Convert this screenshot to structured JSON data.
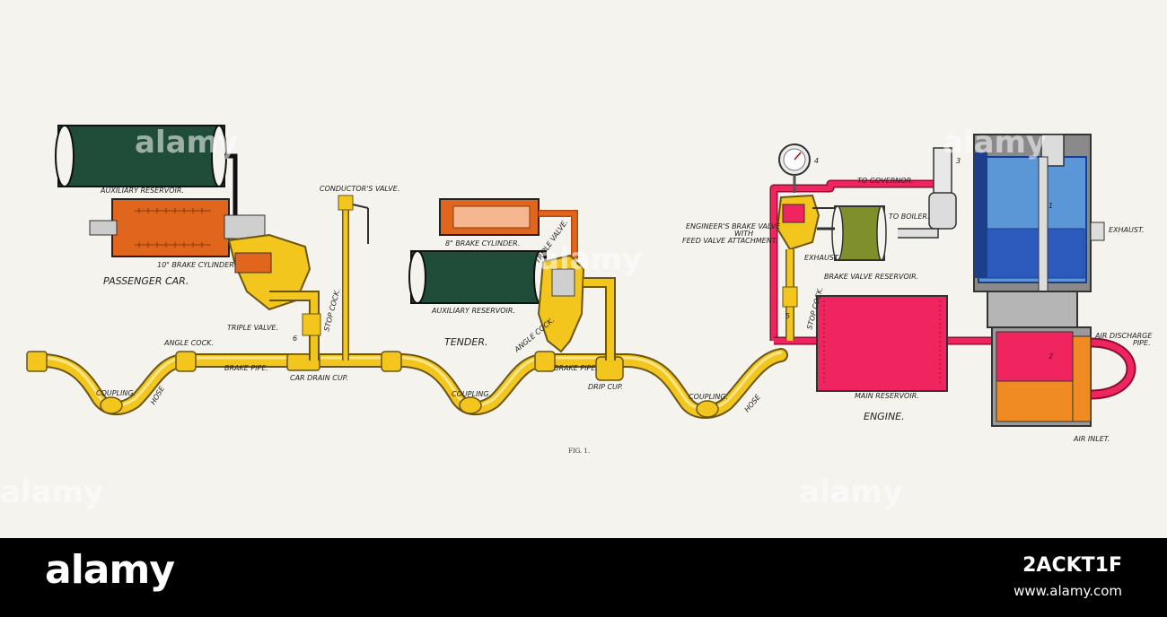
{
  "diagram": {
    "labels": {
      "auxiliary_reservoir_car": "AUXILIARY  RESERVOIR.",
      "brake_cylinder_10": "10\" BRAKE CYLINDER.",
      "passenger_car": "PASSENGER  CAR.",
      "triple_valve_car": "TRIPLE  VALVE.",
      "num_6": "6",
      "stop_cock_car": "STOP COCK.",
      "conductors_valve": "CONDUCTOR'S VALVE.",
      "angle_cock_car": "ANGLE  COCK.",
      "brake_pipe_car": "BRAKE  PIPE.",
      "car_drain_cup": "CAR DRAIN CUP.",
      "coupling_car": "COUPLING.",
      "hose_car": "HOSE",
      "brake_cylinder_8": "8\" BRAKE CYLINDER.",
      "triple_valve_tender": "TRIPLE VALVE.",
      "auxiliary_reservoir_tender": "AUXILIARY  RESERVOIR.",
      "tender": "TENDER.",
      "angle_cock_tender": "ANGLE COCK.",
      "brake_pipe_tender": "BRAKE PIPE.",
      "drip_cup": "DRIP   CUP.",
      "coupling_tender": "COUPLING.",
      "coupling_engine": "COUPLING.",
      "hose_engine": "HOSE",
      "num_4": "4",
      "to_governor": "TO  GOVERNOR.",
      "to_boiler": "TO BOILER.",
      "num_3": "3",
      "engineers_brake_valve_1": "ENGINEER'S BRAKE VALVE",
      "engineers_brake_valve_2": "WITH",
      "engineers_brake_valve_3": "FEED VALVE ATTACHMENT.",
      "exhaust_valve": "EXHAUST.",
      "brake_valve_reservoir": "BRAKE VALVE RESERVOIR.",
      "num_5": "5",
      "stop_cock_engine": "STOP COCK.",
      "main_reservoir": "MAIN     RESERVOIR.",
      "engine": "ENGINE.",
      "num_1": "1",
      "num_2": "2",
      "exhaust_pump": "EXHAUST.",
      "air_discharge_pipe_1": "AIR DISCHARGE",
      "air_discharge_pipe_2": "PIPE.",
      "air_inlet": "AIR INLET.",
      "fig": "FIG. 1."
    },
    "colors": {
      "pipe_yellow": "#f2c61c",
      "reservoir_green": "#1f4d3a",
      "cylinder_orange": "#e0661e",
      "valve_green": "#7f8f2c",
      "main_red": "#f0245f",
      "pump_blue": "#5b97d6",
      "pump_orange": "#f08a22"
    }
  },
  "watermark": "alamy",
  "footer": {
    "logo": "alamy",
    "image_id": "2ACKT1F",
    "url": "www.alamy.com"
  }
}
